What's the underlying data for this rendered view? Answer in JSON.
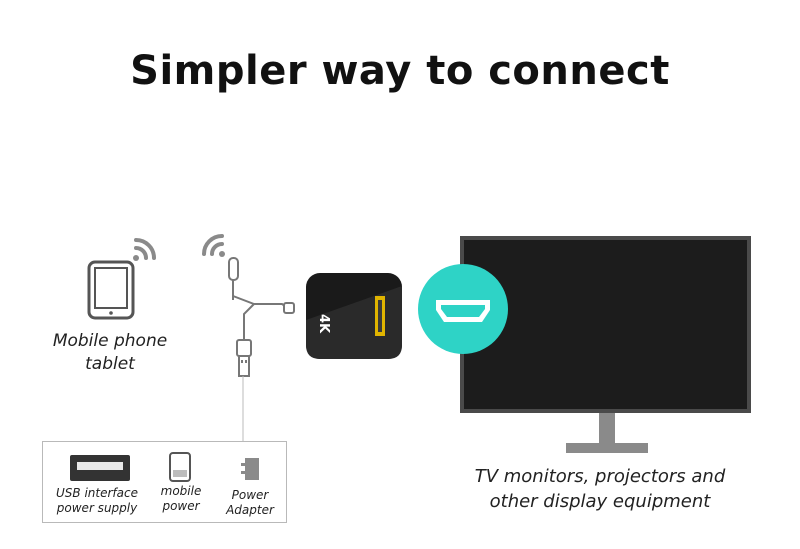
{
  "title": "Simpler way to connect",
  "labels": {
    "phone_line1": "Mobile phone",
    "phone_line2": "tablet",
    "tv_line1": "TV monitors, projectors and",
    "tv_line2": "other display equipment"
  },
  "power_options": [
    {
      "line1": "USB interface",
      "line2": "power supply",
      "icon": "usb-port-icon"
    },
    {
      "line1": "mobile",
      "line2": "power",
      "icon": "power-bank-icon"
    },
    {
      "line1": "Power",
      "line2": "Adapter",
      "icon": "power-adapter-icon"
    }
  ],
  "dongle_text": "4K",
  "colors": {
    "hdmi_circle": "#2ed3c6",
    "dongle_body": "#1a1a1a",
    "dongle_accent": "#e0b400",
    "tv_frame": "#555555",
    "tv_screen": "#1c1c1c"
  }
}
